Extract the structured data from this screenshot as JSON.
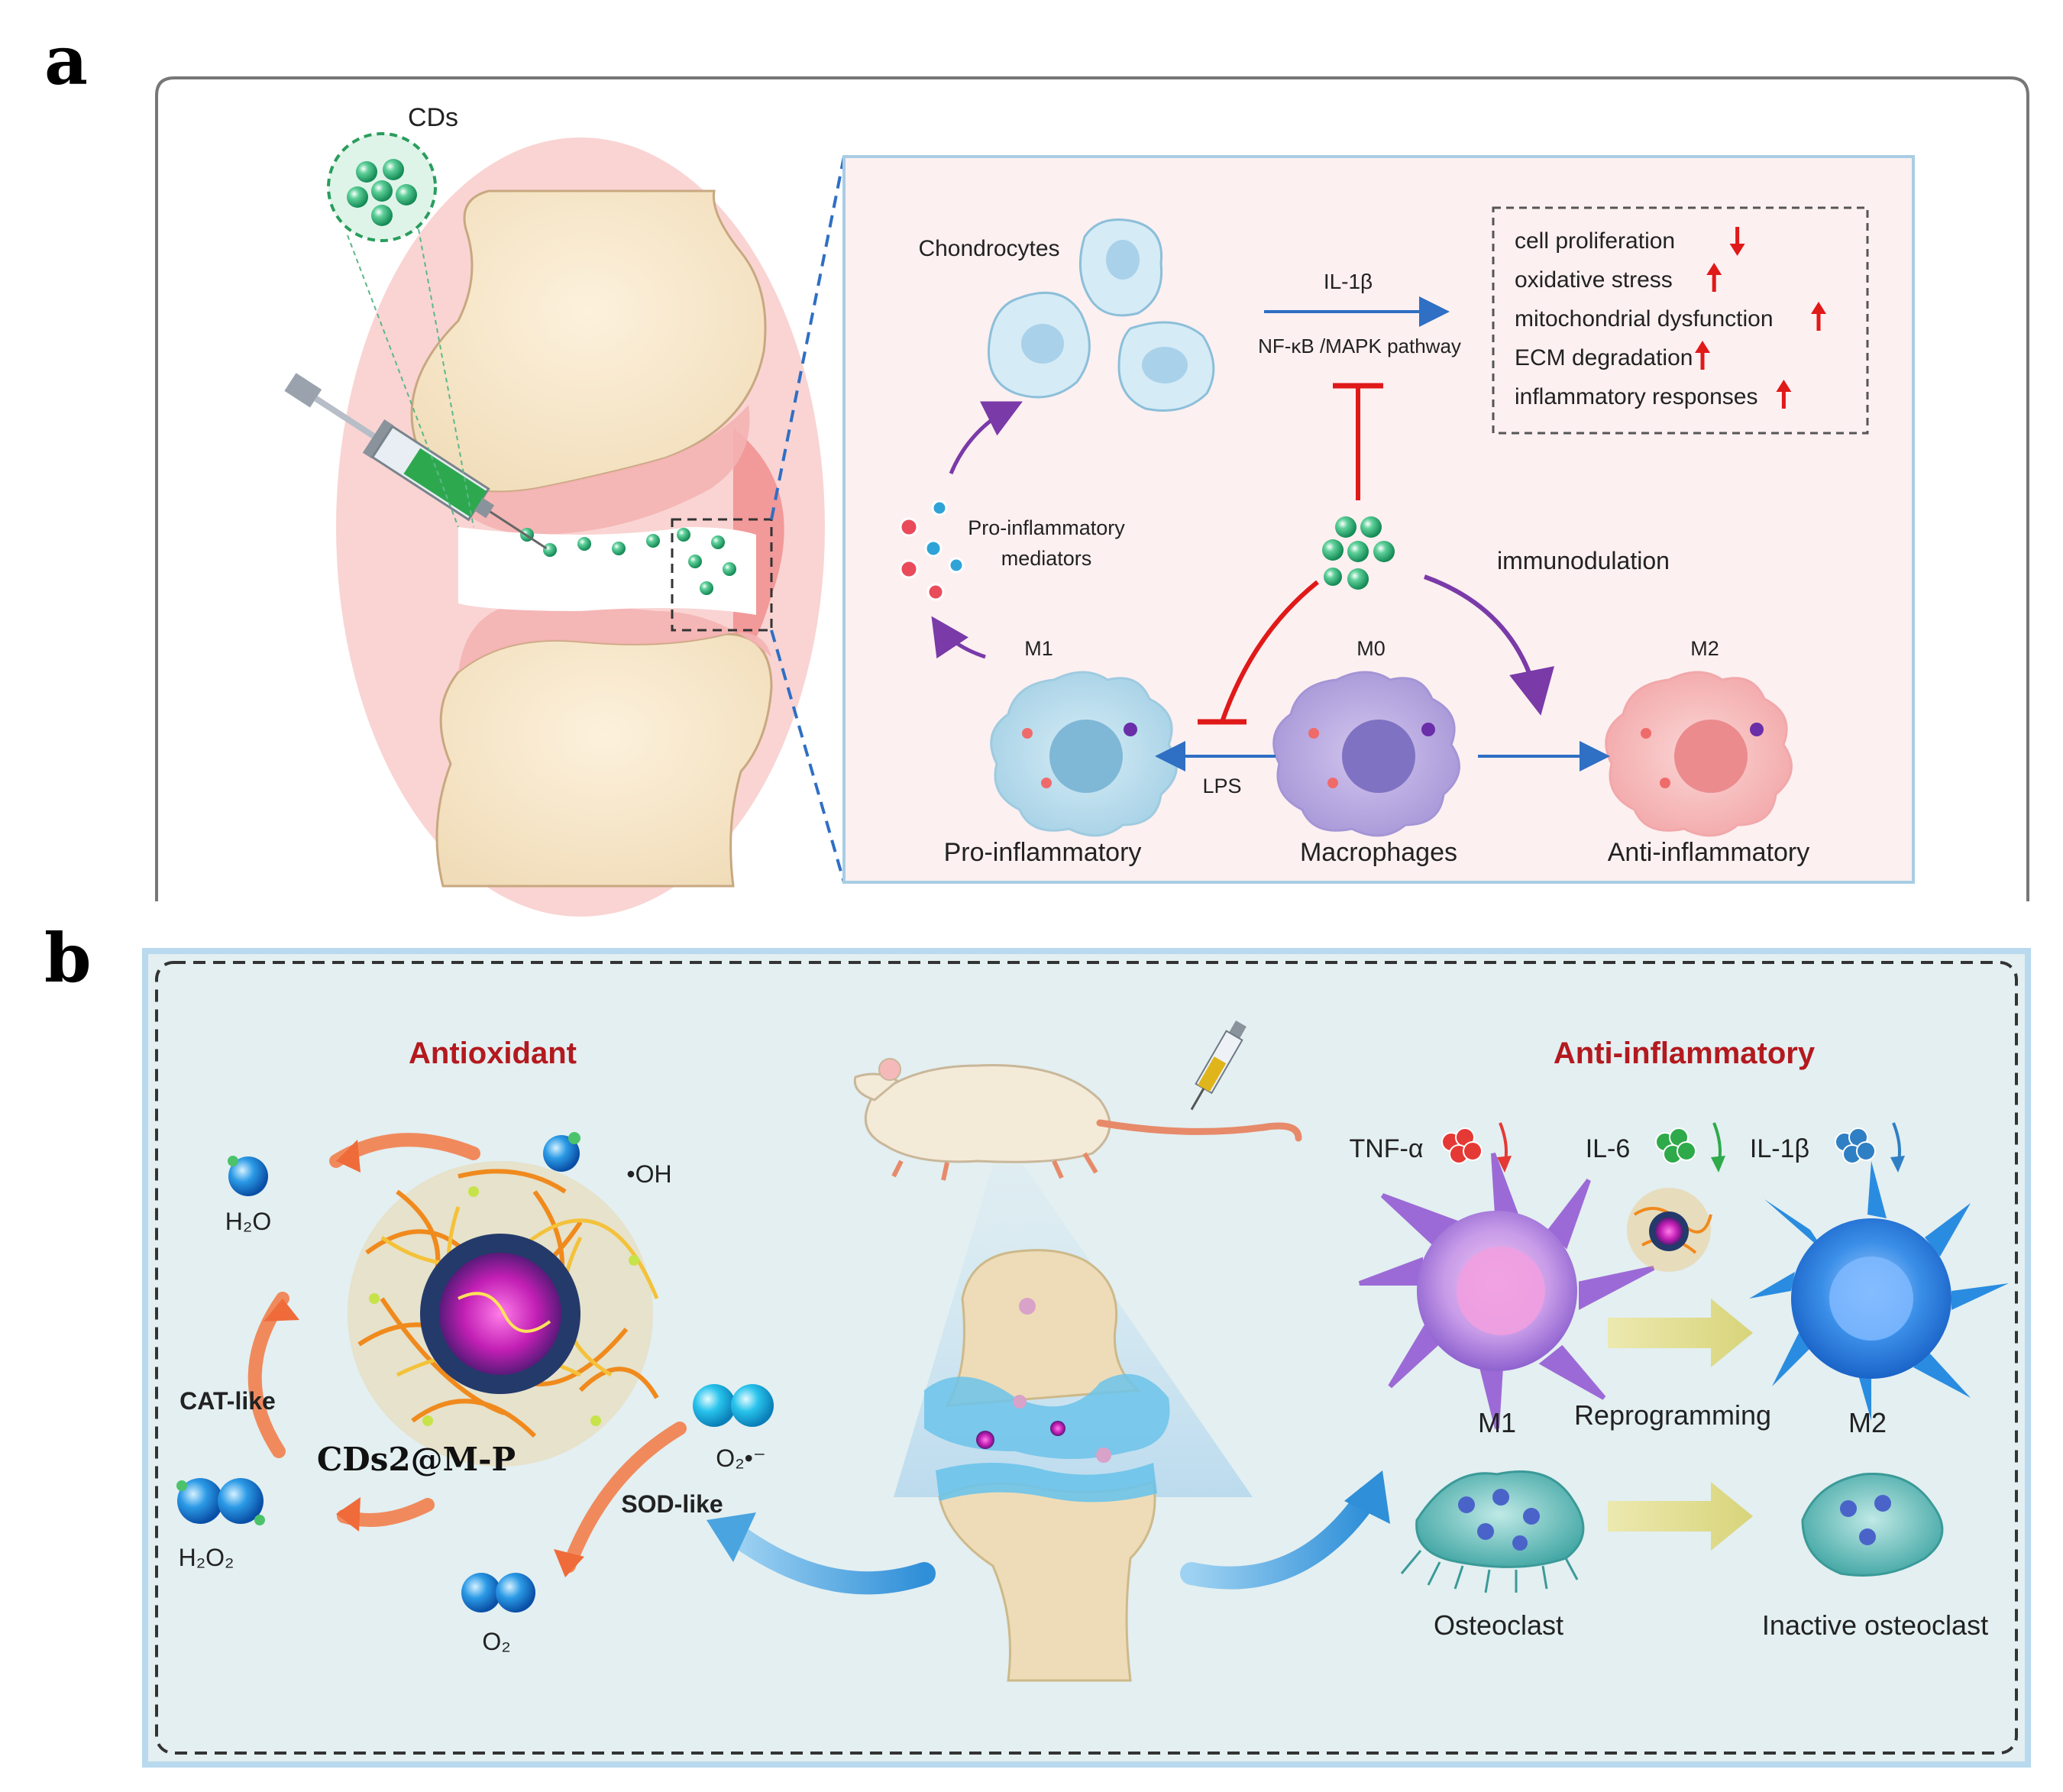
{
  "panel_a": {
    "letter": "a",
    "cds_label": "CDs",
    "chondrocytes_label": "Chondrocytes",
    "il1b_label": "IL-1β",
    "pathway_label": "NF-κB /MAPK pathway",
    "effects": [
      {
        "text": "cell proliferation",
        "direction": "down"
      },
      {
        "text": "oxidative stress",
        "direction": "up"
      },
      {
        "text": "mitochondrial dysfunction",
        "direction": "up"
      },
      {
        "text": "ECM degradation",
        "direction": "up"
      },
      {
        "text": "inflammatory responses",
        "direction": "up"
      }
    ],
    "mediators_line1": "Pro-inflammatory",
    "mediators_line2": "mediators",
    "immunomodulation_label": "immunodulation",
    "m1_label": "M1",
    "m0_label": "M0",
    "m2_label": "M2",
    "lps_label": "LPS",
    "pro_inflammatory_label": "Pro-inflammatory",
    "macrophages_label": "Macrophages",
    "anti_inflammatory_label": "Anti-inflammatory"
  },
  "panel_b": {
    "letter": "b",
    "antioxidant_title": "Antioxidant",
    "anti_inflammatory_title": "Anti-inflammatory",
    "h2o_label": "H₂O",
    "oh_label": "•OH",
    "cat_like_label": "CAT-like",
    "sod_like_label": "SOD-like",
    "nanozyme_label": "CDs2@M-P",
    "h2o2_label": "H₂O₂",
    "superoxide_label": "O₂•⁻",
    "o2_label": "O₂",
    "cytokines": [
      {
        "name": "TNF-α",
        "color": "#e53935"
      },
      {
        "name": "IL-6",
        "color": "#2eaa4a"
      },
      {
        "name": "IL-1β",
        "color": "#2f7fc4"
      }
    ],
    "m1_label": "M1",
    "m2_label": "M2",
    "reprogramming_label": "Reprogramming",
    "osteoclast_label": "Osteoclast",
    "inactive_osteoclast_label": "Inactive osteoclast"
  },
  "colors": {
    "arrow_blue": "#2f6fc4",
    "inhibit_red": "#e01919",
    "purple": "#7a3aa8",
    "panel_b_bg": "#e3eff1",
    "title_red": "#b3191e"
  }
}
